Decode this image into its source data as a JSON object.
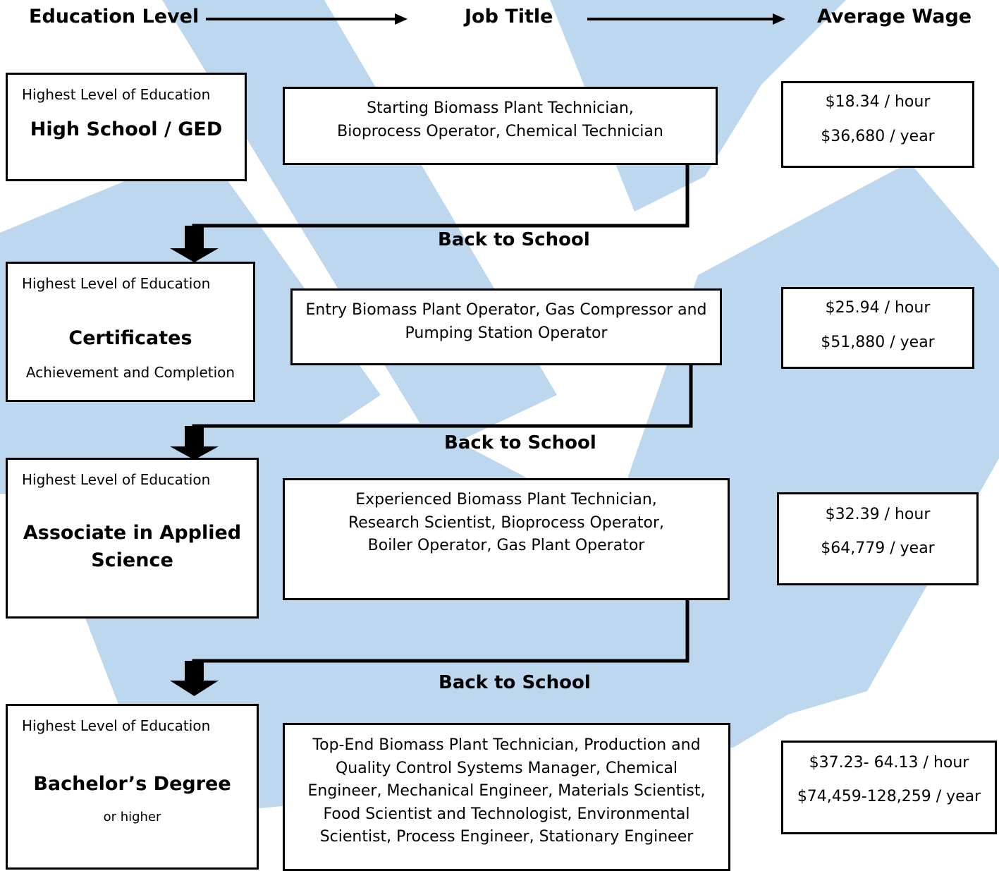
{
  "headers": {
    "education": "Education Level",
    "job": "Job Title",
    "wage": "Average Wage"
  },
  "levels": [
    {
      "small": "Highest Level of Education",
      "title": "High School / GED",
      "job": "Starting Biomass Plant Technician,\nBioprocess Operator, Chemical Technician",
      "wage_hour": "$18.34 / hour",
      "wage_year": "$36,680 / year"
    },
    {
      "small": "Highest Level of Education",
      "title": "Certificates",
      "sub": "Achievement and Completion",
      "job": "Entry Biomass Plant Operator, Gas Compressor and\nPumping Station Operator",
      "wage_hour": "$25.94 / hour",
      "wage_year": "$51,880 / year"
    },
    {
      "small": "Highest Level of Education",
      "title": "Associate in Applied\nScience",
      "job": "Experienced Biomass Plant Technician,\nResearch Scientist, Bioprocess Operator,\nBoiler Operator, Gas Plant Operator",
      "wage_hour": "$32.39 / hour",
      "wage_year": "$64,779 / year"
    },
    {
      "small": "Highest Level of Education",
      "title": "Bachelor’s Degree",
      "sub": "or higher",
      "job": "Top-End Biomass Plant Technician, Production and\nQuality Control Systems Manager, Chemical\nEngineer, Mechanical Engineer, Materials Scientist,\nFood Scientist and Technologist, Environmental\nScientist, Process Engineer, Stationary Engineer",
      "wage_hour": "$37.23- 64.13 / hour",
      "wage_year": "$74,459-128,259 / year"
    }
  ],
  "back_to_school": "Back to School",
  "colors": {
    "background_symbol": "#bdd7ee",
    "box_border": "#000000",
    "text": "#000000"
  },
  "background_icon": "recycle-symbol"
}
